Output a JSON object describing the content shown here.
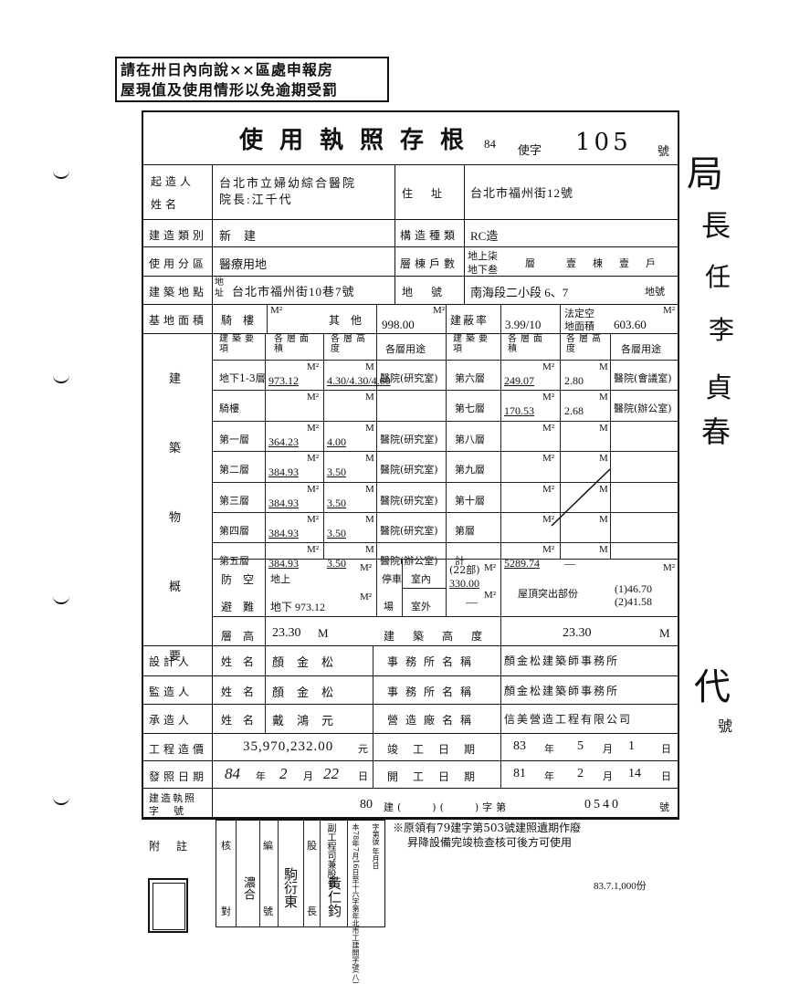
{
  "notice": {
    "line1": "請在卅日內向說××區處申報房",
    "line2": "屋現值及使用情形以免逾期受罰"
  },
  "header": {
    "title": "使用執照存根",
    "year": "84",
    "word": "使字",
    "number": "105",
    "hao": "號"
  },
  "owner": {
    "label_a": "起造人",
    "label_b": "姓名",
    "line1": "台北市立婦幼綜合醫院",
    "line2": "院長:江千代",
    "addr_label": "住址",
    "addr_value": "台北市福州街12號"
  },
  "building": {
    "type_label": "建造類別",
    "type_value": "新建",
    "structure_label": "構造種類",
    "structure_value": "RC造",
    "zone_label": "使用分區",
    "zone_value": "醫療用地",
    "floors_label": "層棟戶數",
    "floors_value_a": "地上柒",
    "floors_value_b": "地下叁",
    "floors_value_c": "層",
    "floors_value_d": "壹棟壹戶",
    "site_label": "建築地點",
    "site_prefix": "地址",
    "site_value": "台北市福州街10巷7號",
    "lot_label": "地號",
    "lot_value": "南海段二小段 6、7",
    "lot_suffix": "地號"
  },
  "area": {
    "label": "基地面積",
    "arcade_label": "騎樓",
    "other_label": "其他",
    "other_value": "998.00",
    "ratio_label": "建蔽率",
    "ratio_value": "3.99/10",
    "legal_label_a": "法定空",
    "legal_label_b": "地面積",
    "legal_value": "603.60",
    "unit": "M²"
  },
  "summary": {
    "side_label": [
      "建",
      "築",
      "物",
      "概",
      "要"
    ],
    "headers": {
      "item": "建築要項",
      "area": "各層面積",
      "height": "各層高度",
      "use": "各層用途"
    },
    "left_rows": [
      {
        "name": "地下1-3層",
        "area": "973.12",
        "height": "4.30/4.30/4.60",
        "use": "醫院(研究室)"
      },
      {
        "name": "騎樓",
        "area": "",
        "height": "",
        "use": ""
      },
      {
        "name": "第一層",
        "area": "364.23",
        "height": "4.00",
        "use": "醫院(研究室)"
      },
      {
        "name": "第二層",
        "area": "384.93",
        "height": "3.50",
        "use": "醫院(研究室)"
      },
      {
        "name": "第三層",
        "area": "384.93",
        "height": "3.50",
        "use": "醫院(研究室)"
      },
      {
        "name": "第四層",
        "area": "384.93",
        "height": "3.50",
        "use": "醫院(研究室)"
      },
      {
        "name": "第五層",
        "area": "384.93",
        "height": "3.50",
        "use": "醫院(辦公室)"
      }
    ],
    "right_rows": [
      {
        "name": "第六層",
        "area": "249.07",
        "height": "2.80",
        "use": "醫院(會議室)"
      },
      {
        "name": "第七層",
        "area": "170.53",
        "height": "2.68",
        "use": "醫院(辦公室)"
      },
      {
        "name": "第八層",
        "area": "",
        "height": "",
        "use": ""
      },
      {
        "name": "第九層",
        "area": "",
        "height": "",
        "use": ""
      },
      {
        "name": "第十層",
        "area": "",
        "height": "",
        "use": ""
      },
      {
        "name": "第層",
        "area": "",
        "height": "",
        "use": ""
      },
      {
        "name": "計",
        "area": "5289.74",
        "height": "—",
        "use": ""
      }
    ],
    "shelter_label_a": "防空",
    "shelter_label_b": "避難",
    "shelter_up": "地上",
    "shelter_down": "地下 973.12",
    "parking_label_a": "停車",
    "parking_label_b": "場",
    "indoor_label": "室內",
    "outdoor_label": "室外",
    "parking_count": "(22部)",
    "parking_indoor": "330.00",
    "parking_outdoor": "—",
    "roof_label": "屋頂突出部份",
    "roof_value1": "(1)46.70",
    "roof_value2": "(2)41.58",
    "floor_height_label": "層高",
    "floor_height_value": "23.30",
    "building_height_label": "建築高度",
    "building_height_value": "23.30",
    "unit_m": "M",
    "unit_m2": "M²"
  },
  "people": [
    {
      "role": "設計人",
      "name_label": "姓名",
      "name": "顏金松",
      "office_label": "事務所名稱",
      "office": "顏金松建築師事務所"
    },
    {
      "role": "監造人",
      "name_label": "姓名",
      "name": "顏金松",
      "office_label": "事務所名稱",
      "office": "顏金松建築師事務所"
    },
    {
      "role": "承造人",
      "name_label": "姓名",
      "name": "戴鴻元",
      "office_label": "營造廠名稱",
      "office": "信美營造工程有限公司"
    }
  ],
  "cost": {
    "label": "工程造價",
    "value": "35,970,232.00",
    "unit": "元",
    "complete_label": "竣工日期",
    "complete_year": "83",
    "complete_month": "5",
    "complete_day": "1",
    "y": "年",
    "m": "月",
    "d": "日"
  },
  "issue": {
    "label": "發照日期",
    "year": "84",
    "month": "2",
    "day": "22",
    "start_label": "開工日期",
    "start_year": "81",
    "start_month": "2",
    "start_day": "14"
  },
  "license": {
    "label_a": "建造執照",
    "label_b": "字號",
    "year": "80",
    "mid": "建(    )(    )字第",
    "number": "0540",
    "hao": "號"
  },
  "note": {
    "label": "附註",
    "line1": "※原領有79建字第503號建照遺期作廢",
    "line2": "昇降設備完竣檢查核可後方可使用"
  },
  "stamps": {
    "s1_top": "核",
    "s1_bottom": "對",
    "s1_name": "濃合",
    "s2_top": "編",
    "s2_bottom": "號",
    "s3_name": "駒衍東",
    "s4_top": "股",
    "s4_bottom": "長",
    "s5_label": "副工程司兼股長",
    "s5_name": "黃仁鈞",
    "s6_text": "字第號 年月日",
    "s7_text": "本78年7月16日至十六字第年北市工建開字號(八)"
  },
  "footer": {
    "print_info": "83.7.1,000份"
  },
  "margin": {
    "chars": [
      "局",
      "長",
      "任",
      "李",
      "貞",
      "春",
      "代",
      "號"
    ]
  }
}
